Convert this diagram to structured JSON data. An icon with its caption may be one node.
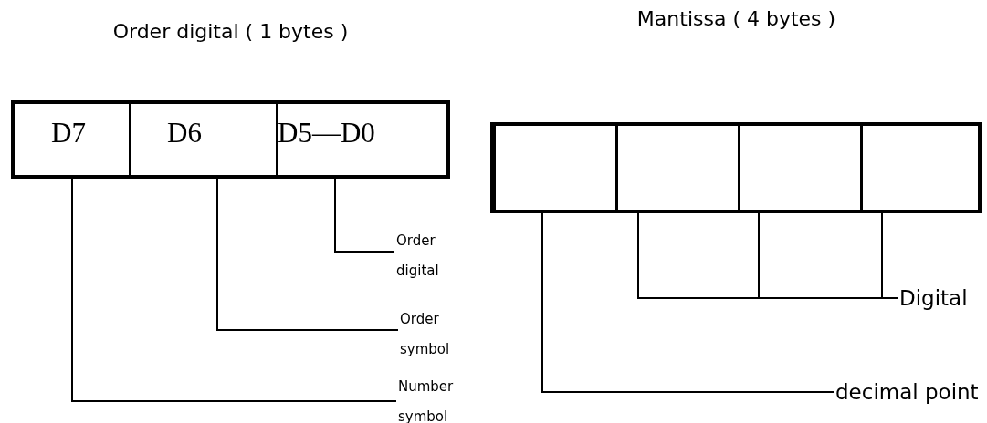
{
  "diagram": {
    "nodes": [
      {
        "text": [
          "Order digital ( 1 bytes )"
        ]
      },
      {
        "text": [
          "D7"
        ],
        "in": 0
      },
      {
        "text": [
          "D6"
        ],
        "in": 0
      },
      {
        "text": [
          "D5—D0"
        ],
        "in": 0
      },
      {
        "text": [
          "Mantissa ( 4 bytes )"
        ]
      },
      {
        "text": [],
        "shape": "box",
        "in": 4
      },
      {
        "text": [],
        "shape": "box",
        "in": 4
      },
      {
        "text": [],
        "shape": "box",
        "in": 4
      },
      {
        "text": [],
        "shape": "box",
        "in": 4
      },
      {
        "text": [
          "Order digital"
        ]
      },
      {
        "text": [
          "Order symbol"
        ]
      },
      {
        "text": [
          "Number symbol"
        ]
      },
      {
        "text": [
          "Digital"
        ]
      },
      {
        "text": [
          "decimal point"
        ]
      }
    ],
    "edges": [
      {
        "from": 9,
        "to": 3,
        "arrow": "none"
      },
      {
        "from": 10,
        "to": 2,
        "arrow": "none"
      },
      {
        "from": 11,
        "to": 1,
        "arrow": "none"
      },
      {
        "from": 12,
        "to": 6,
        "arrow": "none"
      },
      {
        "from": 12,
        "to": 7,
        "arrow": "none"
      },
      {
        "from": 12,
        "to": 8,
        "arrow": "none"
      },
      {
        "from": 13,
        "to": 5,
        "arrow": "none"
      }
    ]
  }
}
